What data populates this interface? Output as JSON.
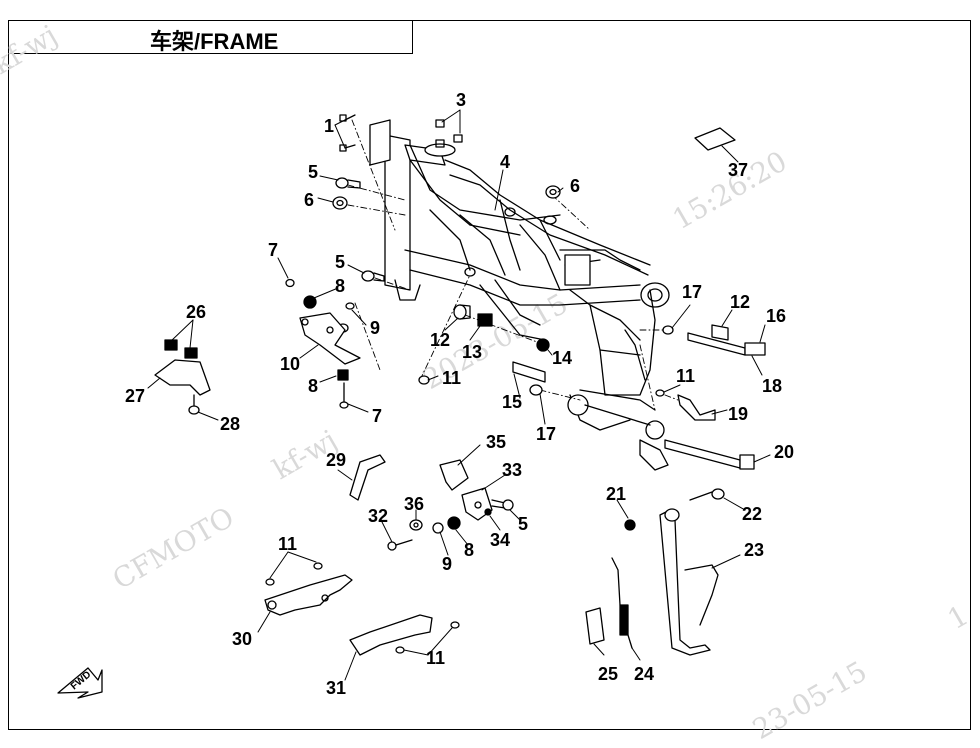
{
  "title": "车架/FRAME",
  "watermarks": [
    "kf-wj",
    "15:26:20",
    "CFMOTO",
    "2023-05-15",
    "kf-wj",
    "23-05-15",
    "1"
  ],
  "fwd_label": "FWD",
  "callouts": [
    "1",
    "3",
    "4",
    "5",
    "6",
    "6",
    "7",
    "8",
    "9",
    "5",
    "10",
    "8",
    "7",
    "26",
    "27",
    "28",
    "12",
    "13",
    "11",
    "14",
    "15",
    "17",
    "17",
    "12",
    "16",
    "18",
    "11",
    "19",
    "20",
    "29",
    "35",
    "33",
    "36",
    "32",
    "9",
    "8",
    "34",
    "5",
    "21",
    "22",
    "23",
    "11",
    "30",
    "31",
    "11",
    "25",
    "24",
    "37"
  ]
}
